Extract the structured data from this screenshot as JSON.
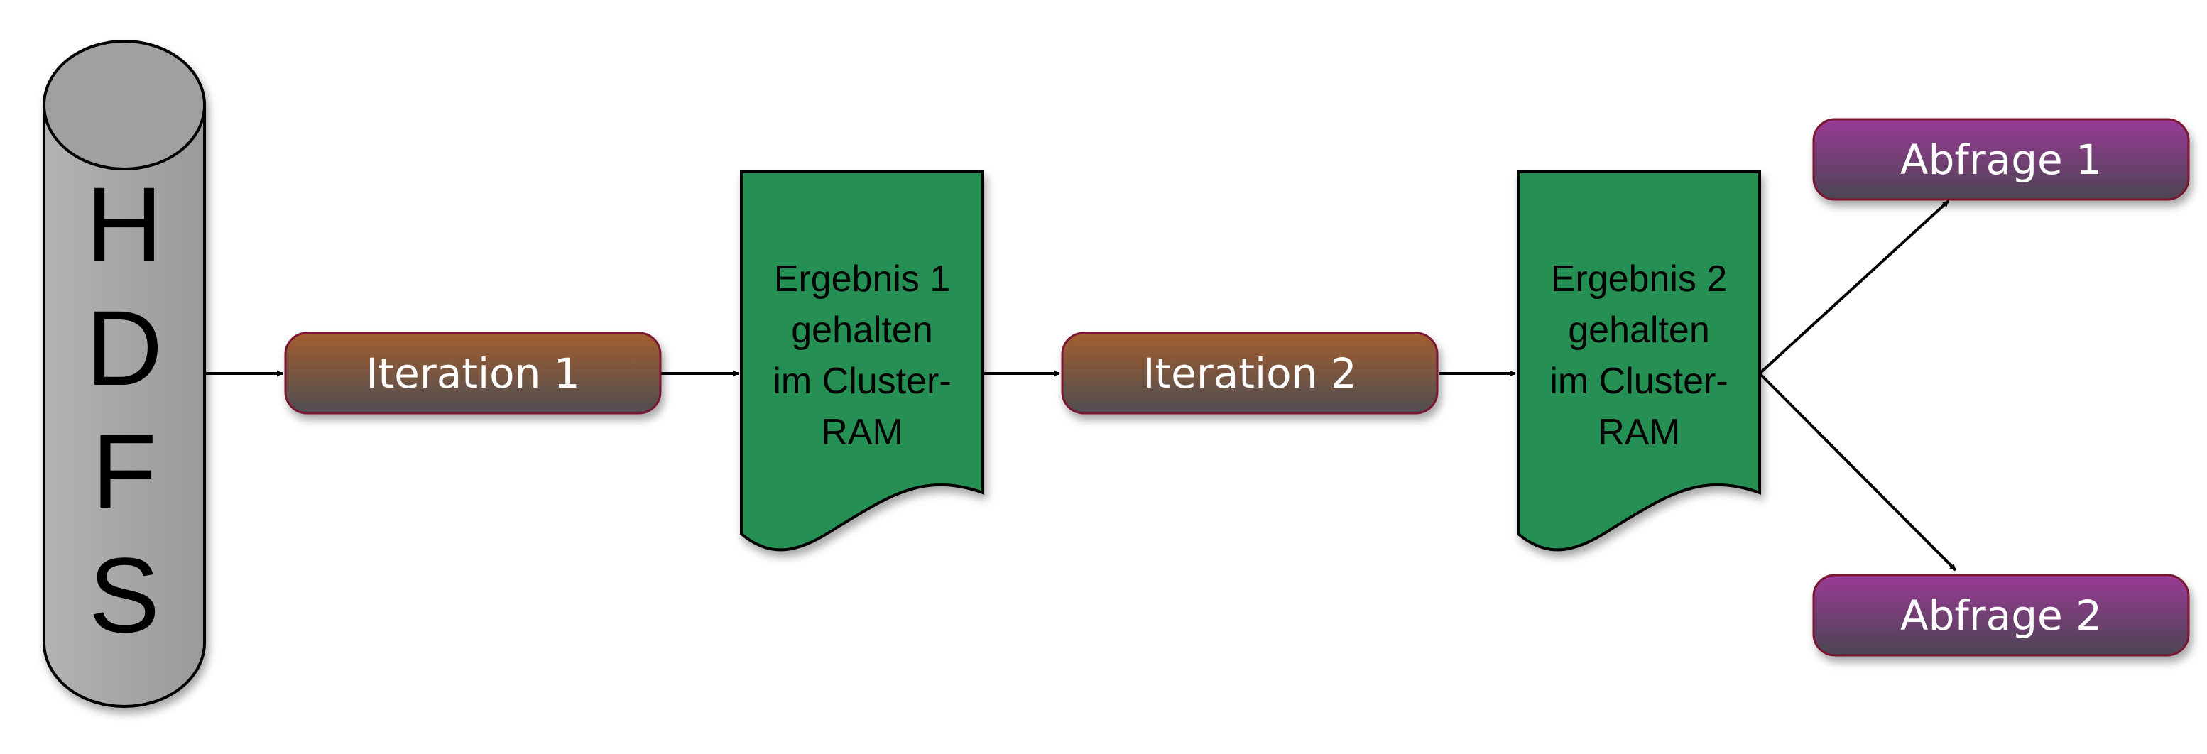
{
  "storage": {
    "letters": [
      "H",
      "D",
      "F",
      "S"
    ]
  },
  "iterations": [
    {
      "label": "Iteration 1"
    },
    {
      "label": "Iteration 2"
    }
  ],
  "results": [
    {
      "lines": [
        "Ergebnis 1",
        "gehalten",
        "im Cluster-",
        "RAM"
      ]
    },
    {
      "lines": [
        "Ergebnis 2",
        "gehalten",
        "im Cluster-",
        "RAM"
      ]
    }
  ],
  "queries": [
    {
      "label": "Abfrage 1"
    },
    {
      "label": "Abfrage 2"
    }
  ],
  "colors": {
    "storage_fill": "#a8a8a8",
    "storage_shade": "#8a8a8a",
    "iteration_top": "#a35e2e",
    "iteration_bottom": "#4e4d52",
    "iteration_border": "#7a1730",
    "result_fill": "#258f52",
    "query_top": "#9a3a96",
    "query_bottom": "#4b4552",
    "query_border": "#7a1730"
  }
}
